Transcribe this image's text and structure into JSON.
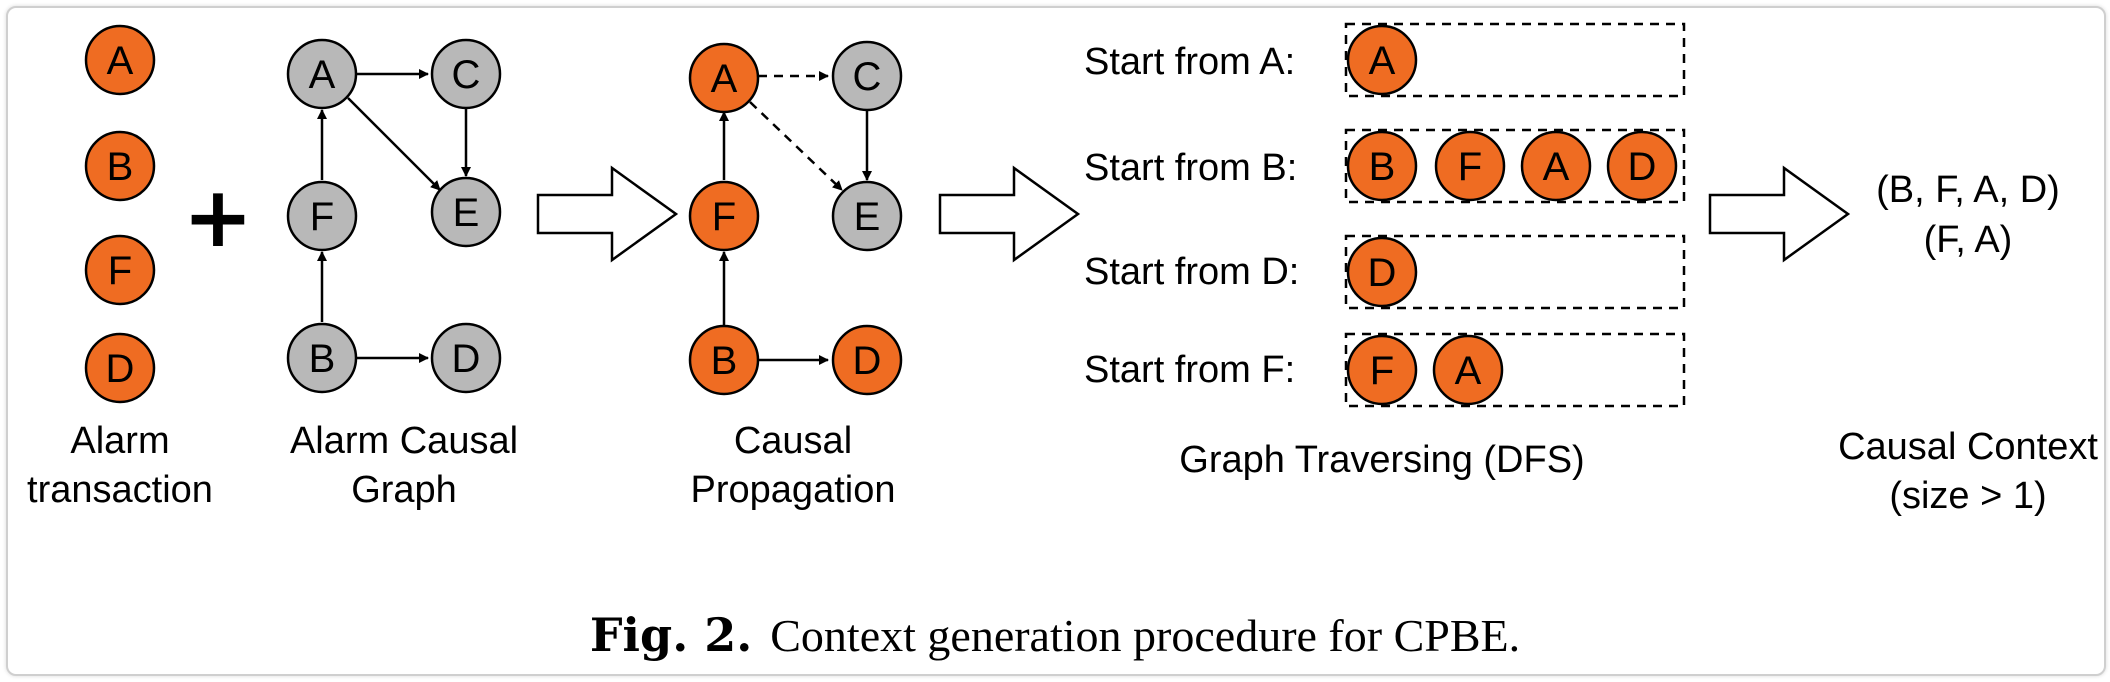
{
  "colors": {
    "active_node": "#ef6c22",
    "inactive_node": "#b8b8b8",
    "stroke": "#000000"
  },
  "transaction": {
    "nodes": [
      "A",
      "B",
      "F",
      "D"
    ],
    "label_line1": "Alarm",
    "label_line2": "transaction"
  },
  "plus_symbol": "+",
  "causal_graph": {
    "nodes": [
      "A",
      "C",
      "F",
      "E",
      "B",
      "D"
    ],
    "label_line1": "Alarm Causal",
    "label_line2": "Graph"
  },
  "propagation": {
    "nodes": [
      "A",
      "C",
      "F",
      "E",
      "B",
      "D"
    ],
    "label_line1": "Causal",
    "label_line2": "Propagation"
  },
  "traversal": {
    "rows": [
      {
        "label": "Start from A:",
        "nodes": [
          "A"
        ]
      },
      {
        "label": "Start from B:",
        "nodes": [
          "B",
          "F",
          "A",
          "D"
        ]
      },
      {
        "label": "Start from D:",
        "nodes": [
          "D"
        ]
      },
      {
        "label": "Start from F:",
        "nodes": [
          "F",
          "A"
        ]
      }
    ],
    "label": "Graph Traversing (DFS)"
  },
  "context": {
    "lines": [
      "(B, F, A, D)",
      "(F, A)"
    ],
    "label_line1": "Causal Context",
    "label_line2": "(size > 1)"
  },
  "caption": {
    "prefix": "Fig. 2.",
    "text": "Context generation procedure for CPBE."
  }
}
